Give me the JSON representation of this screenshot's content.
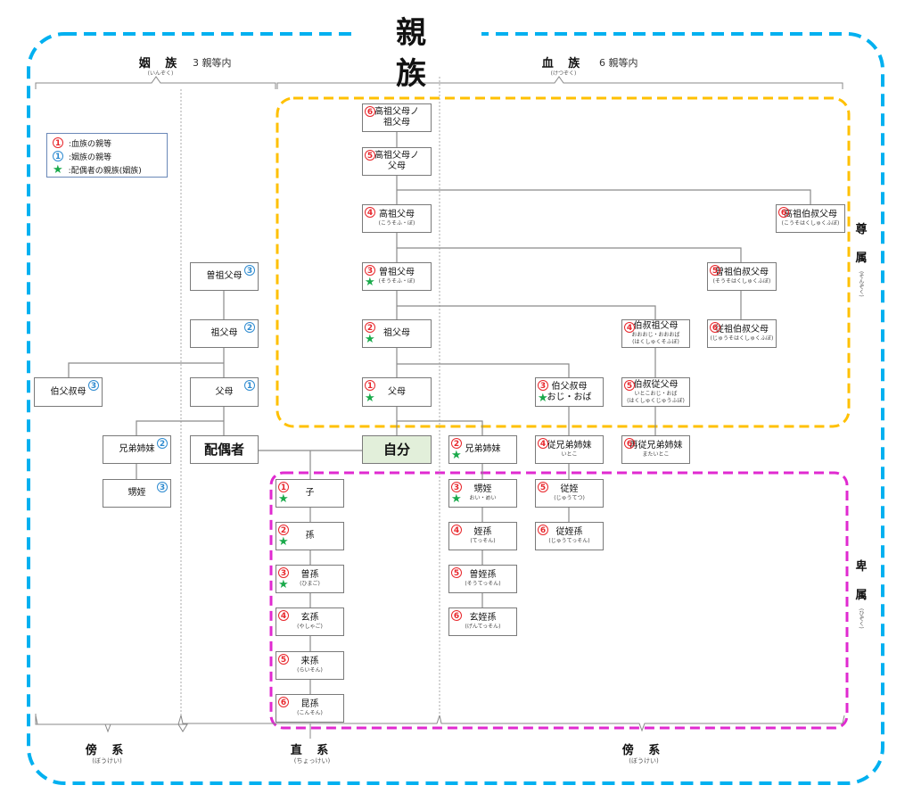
{
  "title": "親　族",
  "colors": {
    "outer_border": "#00b0f0",
    "ascendant_border": "#ffc000",
    "descendant_border": "#e02ad0",
    "blood_degree": "#e8262b",
    "inlaw_degree": "#2e8bd0",
    "star": "#1aaa4b",
    "self_fill": "#e2efda"
  },
  "headers": {
    "inlaw": {
      "label": "姻 族",
      "ruby": "(いんぞく)",
      "note": "3 親等内"
    },
    "blood": {
      "label": "血 族",
      "ruby": "(けつぞく)",
      "note": "6 親等内"
    }
  },
  "legend": {
    "blood": {
      "symbol": "1",
      "label": ":血族の親等"
    },
    "inlaw": {
      "symbol": "1",
      "label": ":姻族の親等"
    },
    "star": {
      "symbol": "★",
      "label": ":配偶者の親族(姻族)"
    }
  },
  "side_labels": {
    "ascendant": {
      "label": [
        "尊",
        "属"
      ],
      "ruby": "(そんぞく)"
    },
    "descendant": {
      "label": [
        "卑",
        "属"
      ],
      "ruby": "(ひぞく)"
    }
  },
  "bottom_labels": {
    "collateral_left": {
      "label": "傍 系",
      "ruby": "(ぼうけい)"
    },
    "direct": {
      "label": "直 系",
      "ruby": "(ちょっけい)"
    },
    "collateral_right": {
      "label": "傍 系",
      "ruby": "(ぼうけい)"
    }
  },
  "nodes": {
    "koso_sofubo": {
      "label": "高祖父母ノ",
      "label2": "祖父母",
      "degree": "6",
      "kind": "blood"
    },
    "koso_fubo": {
      "label": "高祖父母ノ",
      "label2": "父母",
      "degree": "5",
      "kind": "blood"
    },
    "kosofubo": {
      "label": "高祖父母",
      "sub": "(こうそふ・ぼ)",
      "degree": "4",
      "kind": "blood"
    },
    "soso_fubo": {
      "label": "曽祖父母",
      "sub": "(そうそふ・ぼ)",
      "degree": "3",
      "kind": "blood",
      "star": true
    },
    "sofubo": {
      "label": "祖父母",
      "degree": "2",
      "kind": "blood",
      "star": true
    },
    "fubo": {
      "label": "父母",
      "degree": "1",
      "kind": "blood",
      "star": true
    },
    "koso_hakushuku": {
      "label": "高祖伯叔父母",
      "sub": "(こうそはくしゅくふぼ)",
      "degree": "6",
      "kind": "blood"
    },
    "soso_hakushuku": {
      "label": "曽祖伯叔父母",
      "sub": "(そうそはくしゅくふぼ)",
      "degree": "5",
      "kind": "blood"
    },
    "juso_hakushuku": {
      "label": "従祖伯叔父母",
      "sub": "(じゅうそはくしゅくふぼ)",
      "degree": "6",
      "kind": "blood"
    },
    "hakushuku_sofubo": {
      "label": "伯叔祖父母",
      "sub": "おおおじ・おおおば",
      "sub2": "(はくしゅくそふぼ)",
      "degree": "4",
      "kind": "blood"
    },
    "hakushuku_jufubo": {
      "label": "伯叔従父母",
      "sub": "いとこおじ・おば",
      "sub2": "(はくしゅくじゅうふぼ)",
      "degree": "5",
      "kind": "blood"
    },
    "hakushuku_fubo": {
      "label": "伯父叔母",
      "label2": "おじ・おば",
      "degree": "3",
      "kind": "blood",
      "star": true
    },
    "self": {
      "label": "自分"
    },
    "spouse": {
      "label": "配偶者"
    },
    "kyodai": {
      "label": "兄弟姉妹",
      "degree": "2",
      "kind": "blood",
      "star": true
    },
    "itoko": {
      "label": "従兄弟姉妹",
      "sub": "いとこ",
      "degree": "4",
      "kind": "blood"
    },
    "mata_itoko": {
      "label": "再従兄弟姉妹",
      "sub": "またいとこ",
      "degree": "6",
      "kind": "blood"
    },
    "oimei": {
      "label": "甥姪",
      "sub": "おい・めい",
      "degree": "3",
      "kind": "blood",
      "star": true
    },
    "juttetsu": {
      "label": "従姪",
      "sub": "(じゅうてつ)",
      "degree": "5",
      "kind": "blood"
    },
    "tesson": {
      "label": "姪孫",
      "sub": "(てっそん)",
      "degree": "4",
      "kind": "blood"
    },
    "jutesson": {
      "label": "従姪孫",
      "sub": "(じゅうてっそん)",
      "degree": "6",
      "kind": "blood"
    },
    "sotesson": {
      "label": "曽姪孫",
      "sub": "(そうてっそん)",
      "degree": "5",
      "kind": "blood"
    },
    "gentesson": {
      "label": "玄姪孫",
      "sub": "(げんてっそん)",
      "degree": "6",
      "kind": "blood"
    },
    "ko": {
      "label": "子",
      "degree": "1",
      "kind": "blood",
      "star": true
    },
    "mago": {
      "label": "孫",
      "degree": "2",
      "kind": "blood",
      "star": true
    },
    "himago": {
      "label": "曽孫",
      "sub": "(ひまご)",
      "degree": "3",
      "kind": "blood",
      "star": true
    },
    "yashago": {
      "label": "玄孫",
      "sub": "(やしゃご)",
      "degree": "4",
      "kind": "blood"
    },
    "raison": {
      "label": "来孫",
      "sub": "(らいそん)",
      "degree": "5",
      "kind": "blood"
    },
    "konson": {
      "label": "昆孫",
      "sub": "(こんそん)",
      "degree": "6",
      "kind": "blood"
    },
    "il_sosofubo": {
      "label": "曽祖父母",
      "degree": "3",
      "kind": "inlaw"
    },
    "il_sofubo": {
      "label": "祖父母",
      "degree": "2",
      "kind": "inlaw"
    },
    "il_fubo": {
      "label": "父母",
      "degree": "1",
      "kind": "inlaw"
    },
    "il_hakushuku": {
      "label": "伯父叔母",
      "degree": "3",
      "kind": "inlaw"
    },
    "il_kyodai": {
      "label": "兄弟姉妹",
      "degree": "2",
      "kind": "inlaw"
    },
    "il_oimei": {
      "label": "甥姪",
      "degree": "3",
      "kind": "inlaw"
    }
  }
}
